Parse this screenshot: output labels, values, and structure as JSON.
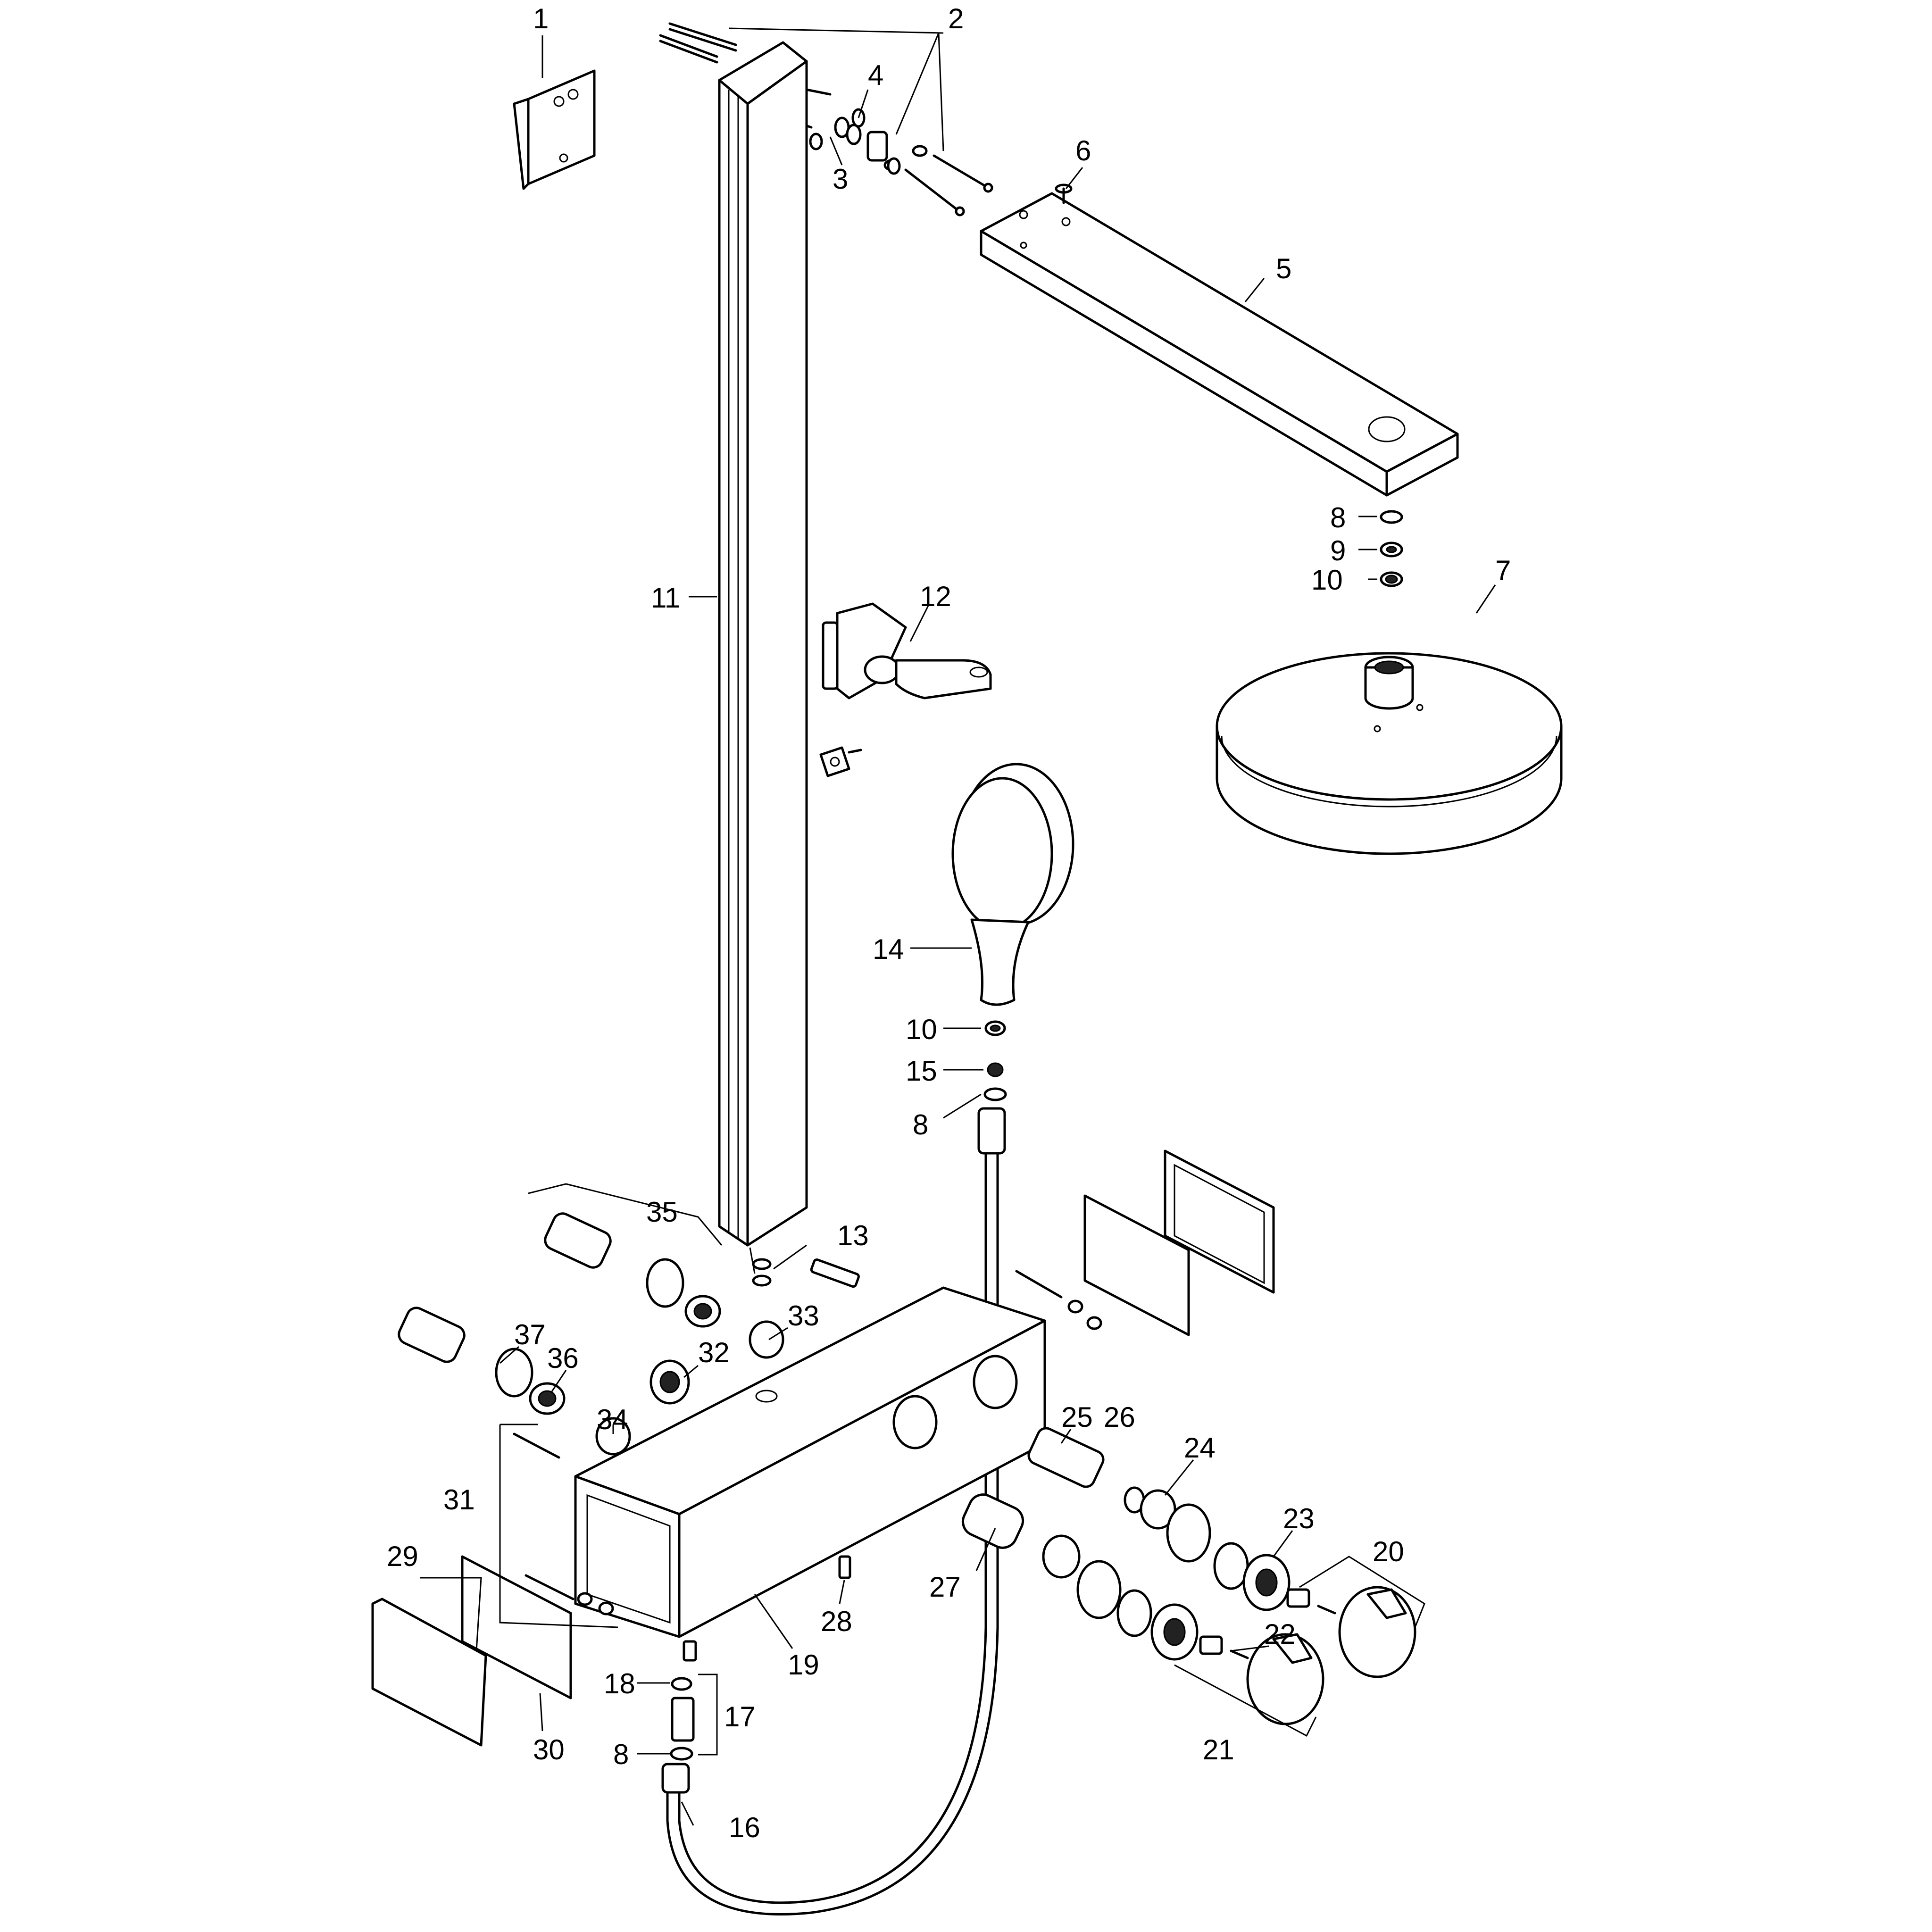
{
  "callouts": [
    {
      "id": "c1",
      "text": "1"
    },
    {
      "id": "c2",
      "text": "2"
    },
    {
      "id": "c3",
      "text": "3"
    },
    {
      "id": "c4",
      "text": "4"
    },
    {
      "id": "c5",
      "text": "5"
    },
    {
      "id": "c6",
      "text": "6"
    },
    {
      "id": "c7",
      "text": "7"
    },
    {
      "id": "c8a",
      "text": "8"
    },
    {
      "id": "c9",
      "text": "9"
    },
    {
      "id": "c10a",
      "text": "10"
    },
    {
      "id": "c11",
      "text": "11"
    },
    {
      "id": "c12",
      "text": "12"
    },
    {
      "id": "c13",
      "text": "13"
    },
    {
      "id": "c14",
      "text": "14"
    },
    {
      "id": "c10b",
      "text": "10"
    },
    {
      "id": "c15",
      "text": "15"
    },
    {
      "id": "c8b",
      "text": "8"
    },
    {
      "id": "c35",
      "text": "35"
    },
    {
      "id": "c33",
      "text": "33"
    },
    {
      "id": "c37",
      "text": "37"
    },
    {
      "id": "c36",
      "text": "36"
    },
    {
      "id": "c32",
      "text": "32"
    },
    {
      "id": "c34",
      "text": "34"
    },
    {
      "id": "c25",
      "text": "25"
    },
    {
      "id": "c26",
      "text": "26"
    },
    {
      "id": "c24",
      "text": "24"
    },
    {
      "id": "c23",
      "text": "23"
    },
    {
      "id": "c20",
      "text": "20"
    },
    {
      "id": "c31",
      "text": "31"
    },
    {
      "id": "c29",
      "text": "29"
    },
    {
      "id": "c27",
      "text": "27"
    },
    {
      "id": "c28",
      "text": "28"
    },
    {
      "id": "c22",
      "text": "22"
    },
    {
      "id": "c19",
      "text": "19"
    },
    {
      "id": "c18",
      "text": "18"
    },
    {
      "id": "c17",
      "text": "17"
    },
    {
      "id": "c8c",
      "text": "8"
    },
    {
      "id": "c30",
      "text": "30"
    },
    {
      "id": "c21",
      "text": "21"
    },
    {
      "id": "c16",
      "text": "16"
    }
  ]
}
